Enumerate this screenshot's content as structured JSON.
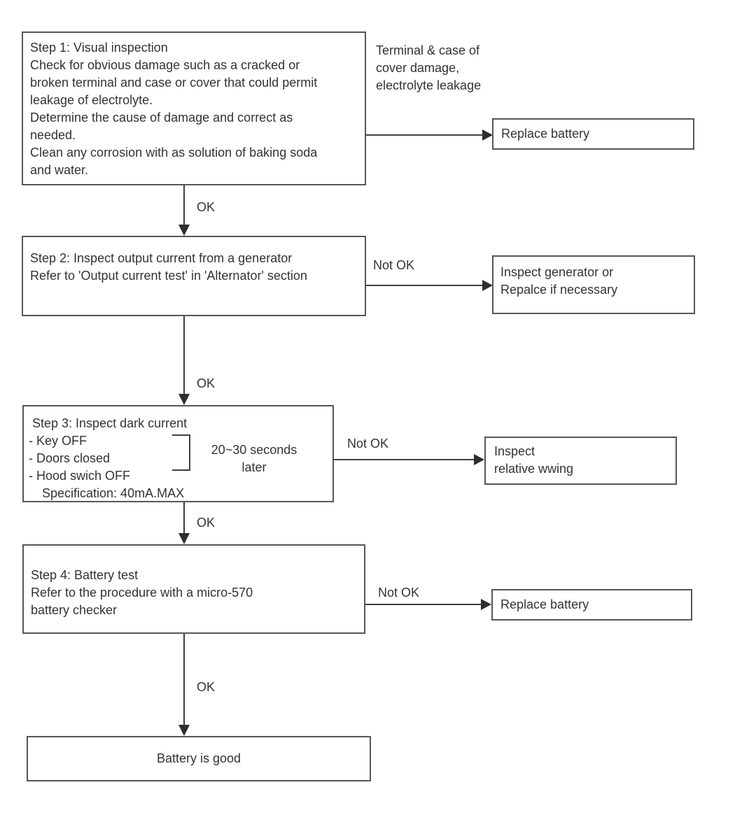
{
  "colors": {
    "background": "#ffffff",
    "line": "#3f3f3f",
    "box_border": "#565656",
    "text": "#333333"
  },
  "flow": {
    "labels": {
      "ok": "OK",
      "not_ok": "Not OK"
    },
    "step1": {
      "lines": [
        "Step 1: Visual inspection",
        "Check for obvious damage such as a cracked or",
        "broken terminal and case or cover that could permit",
        "leakage of electrolyte.",
        "Determine the cause of damage and correct as",
        "needed.",
        "Clean any corrosion with as solution of baking soda",
        "and water."
      ]
    },
    "terminal_note": {
      "lines": [
        "Terminal & case of",
        "cover damage,",
        "electrolyte leakage"
      ]
    },
    "replace_battery_top": {
      "label": "Replace battery"
    },
    "step2": {
      "lines": [
        "Step 2: Inspect output current from a generator",
        "Refer to 'Output current test' in 'Alternator' section"
      ]
    },
    "inspect_generator": {
      "lines": [
        "Inspect generator or",
        "Repalce if necessary"
      ]
    },
    "step3": {
      "lines": [
        "Step 3: Inspect dark current",
        "- Key OFF",
        "- Doors closed",
        "- Hood swich OFF",
        "Specification: 40mA.MAX"
      ]
    },
    "seconds_note": {
      "lines": [
        "20~30 seconds",
        "later"
      ]
    },
    "inspect_wiring": {
      "lines": [
        "Inspect",
        "relative wwing"
      ]
    },
    "step4": {
      "lines": [
        "Step 4: Battery test",
        "Refer to the procedure with a micro-570",
        "battery checker"
      ]
    },
    "replace_battery_bottom": {
      "label": "Replace battery"
    },
    "battery_good": {
      "label": "Battery is good"
    }
  }
}
